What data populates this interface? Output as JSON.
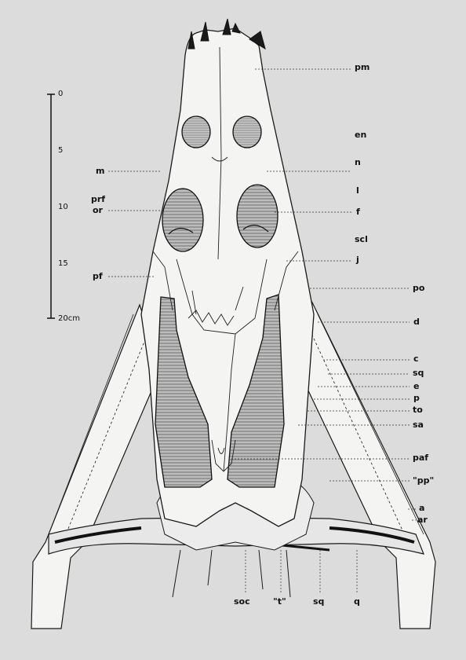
{
  "scale_bar": {
    "ticks": [
      "0",
      "5",
      "10",
      "15",
      "20cm"
    ]
  },
  "labels": {
    "left": {
      "m": "m",
      "prf": "prf",
      "or": "or",
      "pf": "pf"
    },
    "right": {
      "pm": "pm",
      "en": "en",
      "n": "n",
      "l": "l",
      "f": "f",
      "scl": "scl",
      "j": "j",
      "po": "po",
      "d": "d",
      "c": "c",
      "sq": "sq",
      "e": "e",
      "p": "p",
      "to": "to",
      "sa": "sa",
      "paf": "paf",
      "pp": "\"pp\"",
      "a": "a",
      "ar": "ar"
    },
    "bottom": {
      "soc": "soc",
      "t": "\"t\"",
      "sq": "sq",
      "q": "q"
    }
  },
  "colors": {
    "background": "#dcdcdc",
    "bone": "#f4f4f2",
    "ink": "#1a1a1a",
    "hatch": "#8f8f8f"
  }
}
